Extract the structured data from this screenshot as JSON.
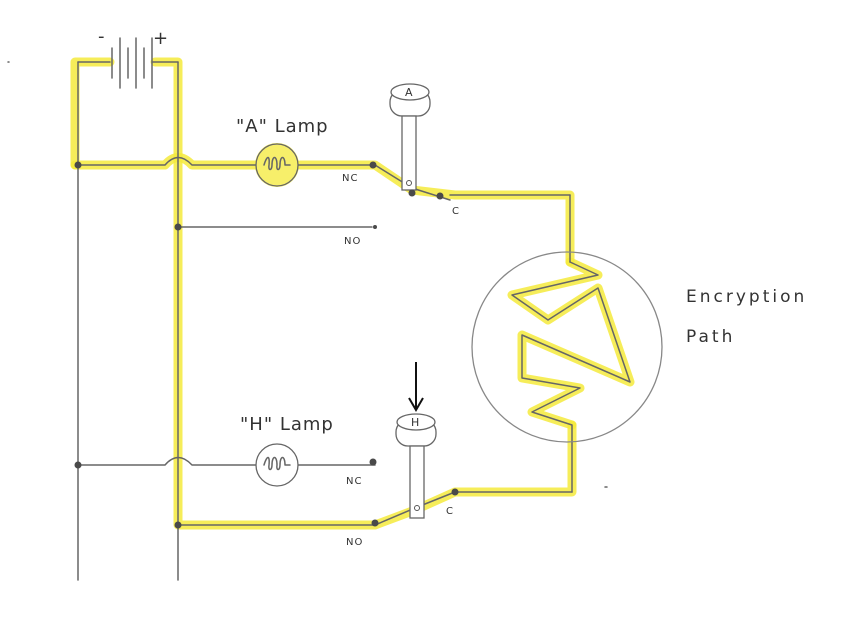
{
  "battery": {
    "minus": "-",
    "plus": "+"
  },
  "lamps": {
    "a_label": "\"A\" Lamp",
    "h_label": "\"H\" Lamp"
  },
  "keys": {
    "a_key": "A",
    "h_key": "H"
  },
  "contacts": {
    "nc": "NC",
    "no": "NO",
    "c": "C"
  },
  "encryption": {
    "line1": "Encryption",
    "line2": "Path"
  },
  "colors": {
    "highlight": "#f5ea3c",
    "wire": "#666666"
  }
}
